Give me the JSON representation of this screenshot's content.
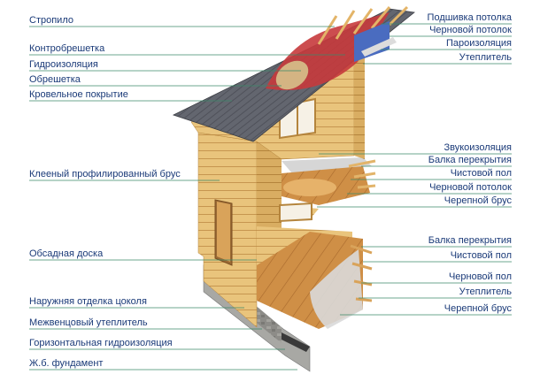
{
  "labels_left": [
    "Стропило",
    "Контробрешетка",
    "Гидроизоляция",
    "Обрешетка",
    "Кровельное покрытие",
    "Клееный профилированный брус",
    "Обсадная доска",
    "Наружняя отделка цоколя",
    "Межвенцовый утеплитель",
    "Горизонтальная гидроизоляция",
    "Ж.б. фундамент"
  ],
  "labels_right": [
    "Подшивка потолка",
    "Черновой потолок",
    "Пароизоляция",
    "Утеплитель",
    "Звукоизоляция",
    "Балка перекрытия",
    "Чистовой пол",
    "Черновой потолок",
    "Черепной брус",
    "Балка перекрытия",
    "Чистовой пол",
    "Черновой пол",
    "Утеплитель",
    "Черепной брус"
  ],
  "colors": {
    "label_text": "#1a3a78",
    "leader_line": "#3b8a6a",
    "roof": "#5c5f6a",
    "timber": "#e8c27a",
    "timber_dark": "#c99a4e",
    "floor_boards": "#c98a42",
    "insulation": "#d8d8d8",
    "membrane_red": "#c8383a",
    "foundation": "#9a9a98"
  }
}
